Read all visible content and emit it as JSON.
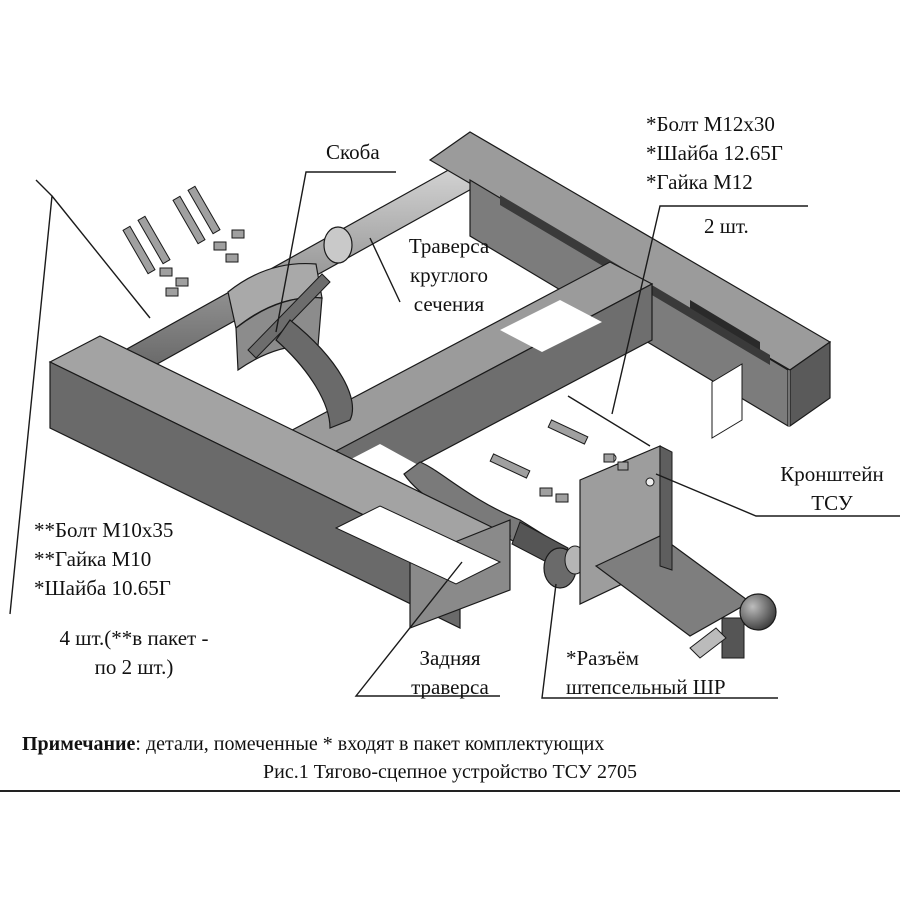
{
  "labels": {
    "skoba": "Скоба",
    "bolt_m12": "*Болт М12х30",
    "washer_12": "*Шайба 12.65Г",
    "nut_m12": "*Гайка М12",
    "qty_2": "2 шт.",
    "traverse_line1": "Траверса",
    "traverse_line2": "круглого",
    "traverse_line3": "сечения",
    "bracket_line1": "Кронштейн",
    "bracket_line2": "ТСУ",
    "bolt_m10": "**Болт М10х35",
    "nut_m10": "**Гайка М10",
    "washer_10": "*Шайба 10.65Г",
    "qty_4_line1": "4 шт.(**в пакет -",
    "qty_4_line2": "по 2 шт.)",
    "rear_line1": "Задняя",
    "rear_line2": "траверса",
    "connector_line1": "*Разъём",
    "connector_line2": "штепсельный ШР"
  },
  "note": {
    "bold": "Примечание",
    "rest": ": детали, помеченные * входят в пакет комплектующих"
  },
  "caption": "Рис.1 Тягово-сцепное устройство ТСУ 2705",
  "colors": {
    "face_light": "#9b9b9b",
    "face_mid": "#7c7c7c",
    "face_dark": "#5a5a5a",
    "line": "#1a1a1a"
  }
}
